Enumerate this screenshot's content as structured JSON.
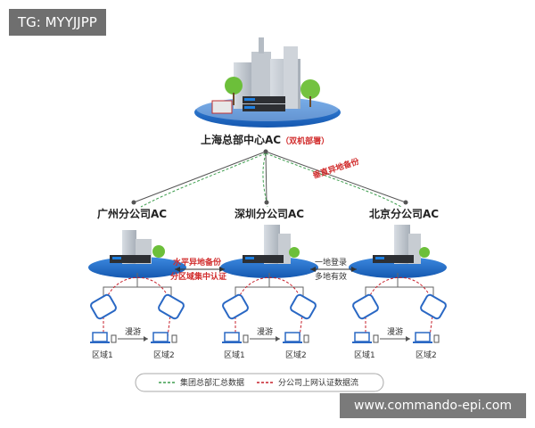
{
  "tag": "TG: MYYJJPP",
  "watermark": "www.commando-epi.com",
  "hq": {
    "label": "上海总部中心AC",
    "sub": "（双机部署）"
  },
  "backup_vertical": "垂直异地备份",
  "branches": {
    "gz": {
      "label": "广州分公司AC"
    },
    "sz": {
      "label": "深圳分公司AC"
    },
    "bj": {
      "label": "北京分公司AC"
    }
  },
  "backup_horizontal": {
    "line1": "水平异地备份",
    "line2": "分区域集中认证"
  },
  "login_note": {
    "line1": "一地登录",
    "line2": "多地有效"
  },
  "roam_label": "漫游",
  "zone1": "区域1",
  "zone2": "区域2",
  "legend": {
    "green": "集团总部汇总数据",
    "red": "分公司上网认证数据流"
  },
  "colors": {
    "green_line": "#3f9e4f",
    "red_line": "#c7202b",
    "platform": "#1f6fc8"
  }
}
